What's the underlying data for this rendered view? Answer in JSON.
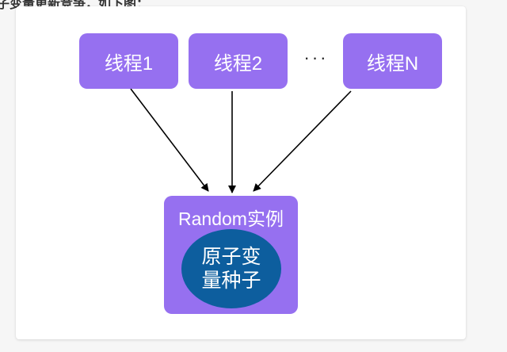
{
  "intro_text": "子变量更新竞争，如下图：",
  "threads": [
    {
      "label": "线程1"
    },
    {
      "label": "线程2"
    },
    {
      "label": "线程N"
    }
  ],
  "ellipsis": "···",
  "random_instance": {
    "title": "Random实例",
    "seed_lines": [
      "原子变",
      "量种子"
    ]
  },
  "colors": {
    "thread_box": "#9670f0",
    "random_box": "#9670f0",
    "seed_ellipse": "#0d5e9e",
    "arrow": "#000000",
    "label_text": "#ffffff"
  }
}
